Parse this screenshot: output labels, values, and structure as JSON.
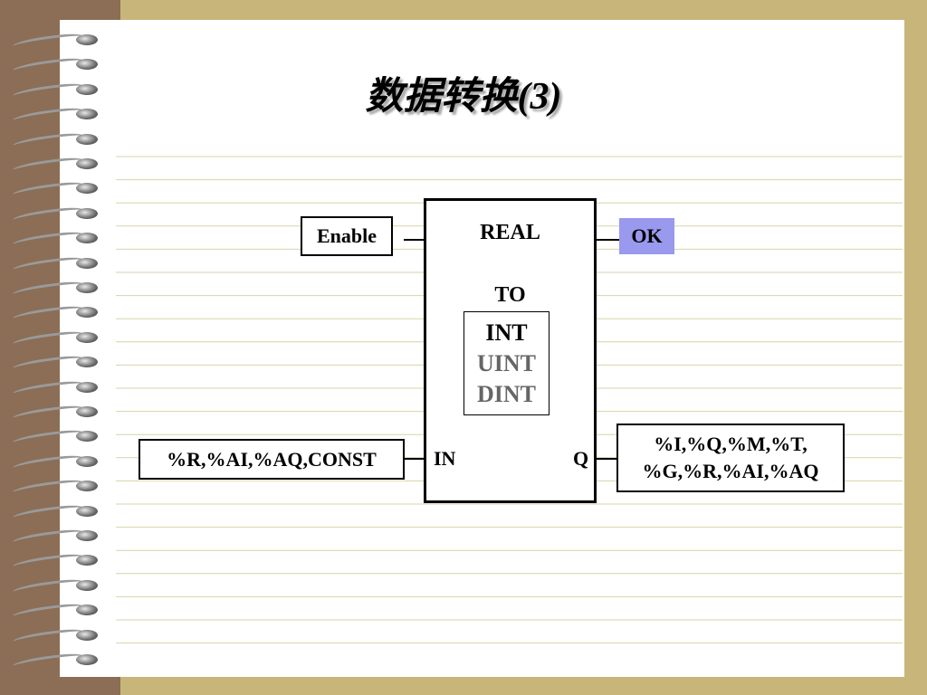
{
  "title": "数据转换(3)",
  "block": {
    "top_label": "REAL",
    "middle_label": "TO",
    "types": [
      "INT",
      "UINT",
      "DINT"
    ],
    "input_pin": "IN",
    "output_pin": "Q"
  },
  "enable_label": "Enable",
  "ok_label": "OK",
  "input_operands": "%R,%AI,%AQ,CONST",
  "output_operands": [
    "%I,%Q,%M,%T,",
    "%G,%R,%AI,%AQ"
  ],
  "colors": {
    "background_frame": "#c8b57a",
    "left_bar": "#8b6e55",
    "ok_highlight": "#9999ee",
    "rule_lines": "#d8d2a8",
    "inactive_type": "#666666"
  }
}
